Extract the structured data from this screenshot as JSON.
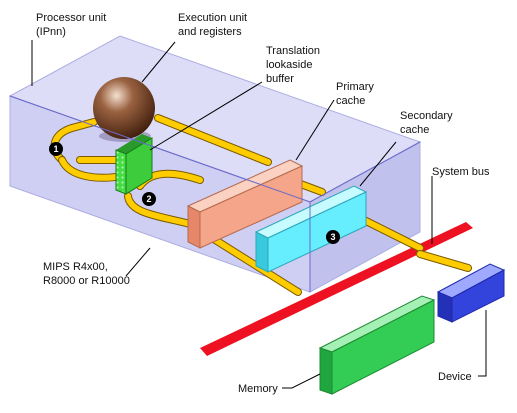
{
  "labels": {
    "processor_unit": [
      "Processor unit",
      "(IPnn)"
    ],
    "execution_unit": [
      "Execution unit",
      "and registers"
    ],
    "tlb": [
      "Translation",
      "lookaside",
      "buffer"
    ],
    "primary_cache": [
      "Primary",
      "cache"
    ],
    "secondary_cache": [
      "Secondary",
      "cache"
    ],
    "system_bus": "System bus",
    "mips": [
      "MIPS R4x00,",
      "R8000 or R10000"
    ],
    "memory": "Memory",
    "device": "Device"
  },
  "step_markers": [
    "1",
    "2",
    "3"
  ],
  "colors": {
    "processor_box": "#9999ee",
    "execution_sphere": "#6b3a1e",
    "tlb": "#44dd44",
    "primary_cache": "#f4a58a",
    "secondary_cache": "#66eeff",
    "system_bus": "#ee1122",
    "memory": "#33cc55",
    "device": "#3344dd",
    "data_path": "#ffcc00"
  }
}
